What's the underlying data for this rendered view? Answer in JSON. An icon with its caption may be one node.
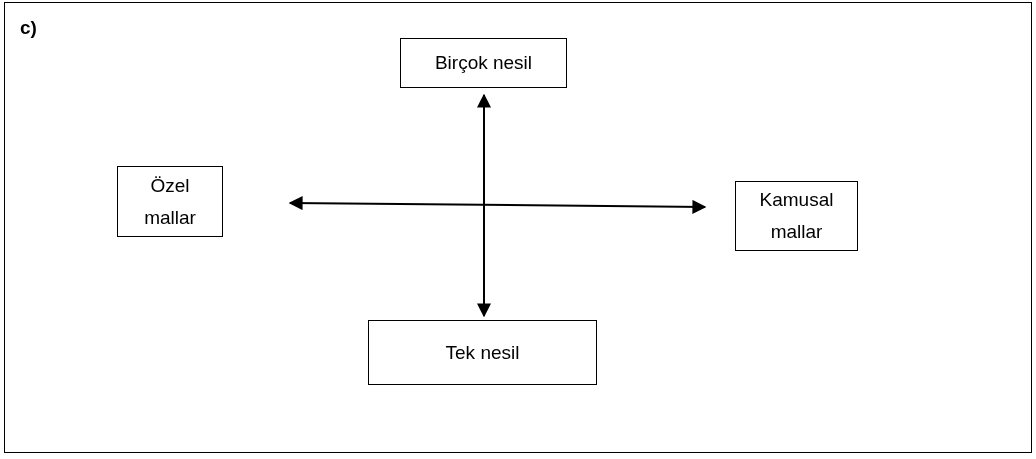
{
  "diagram": {
    "nodes": [
      {
        "text": [
          "Birçok nesil"
        ]
      },
      {
        "text": [
          "Özel mallar"
        ]
      },
      {
        "text": [
          "Kamusal mallar"
        ]
      },
      {
        "text": [
          "Tek nesil"
        ]
      }
    ],
    "edges": [
      {
        "from": 0,
        "to": 3,
        "arrow": "both"
      },
      {
        "from": 1,
        "to": 2,
        "arrow": "both"
      }
    ],
    "labels": [
      "c)"
    ]
  }
}
